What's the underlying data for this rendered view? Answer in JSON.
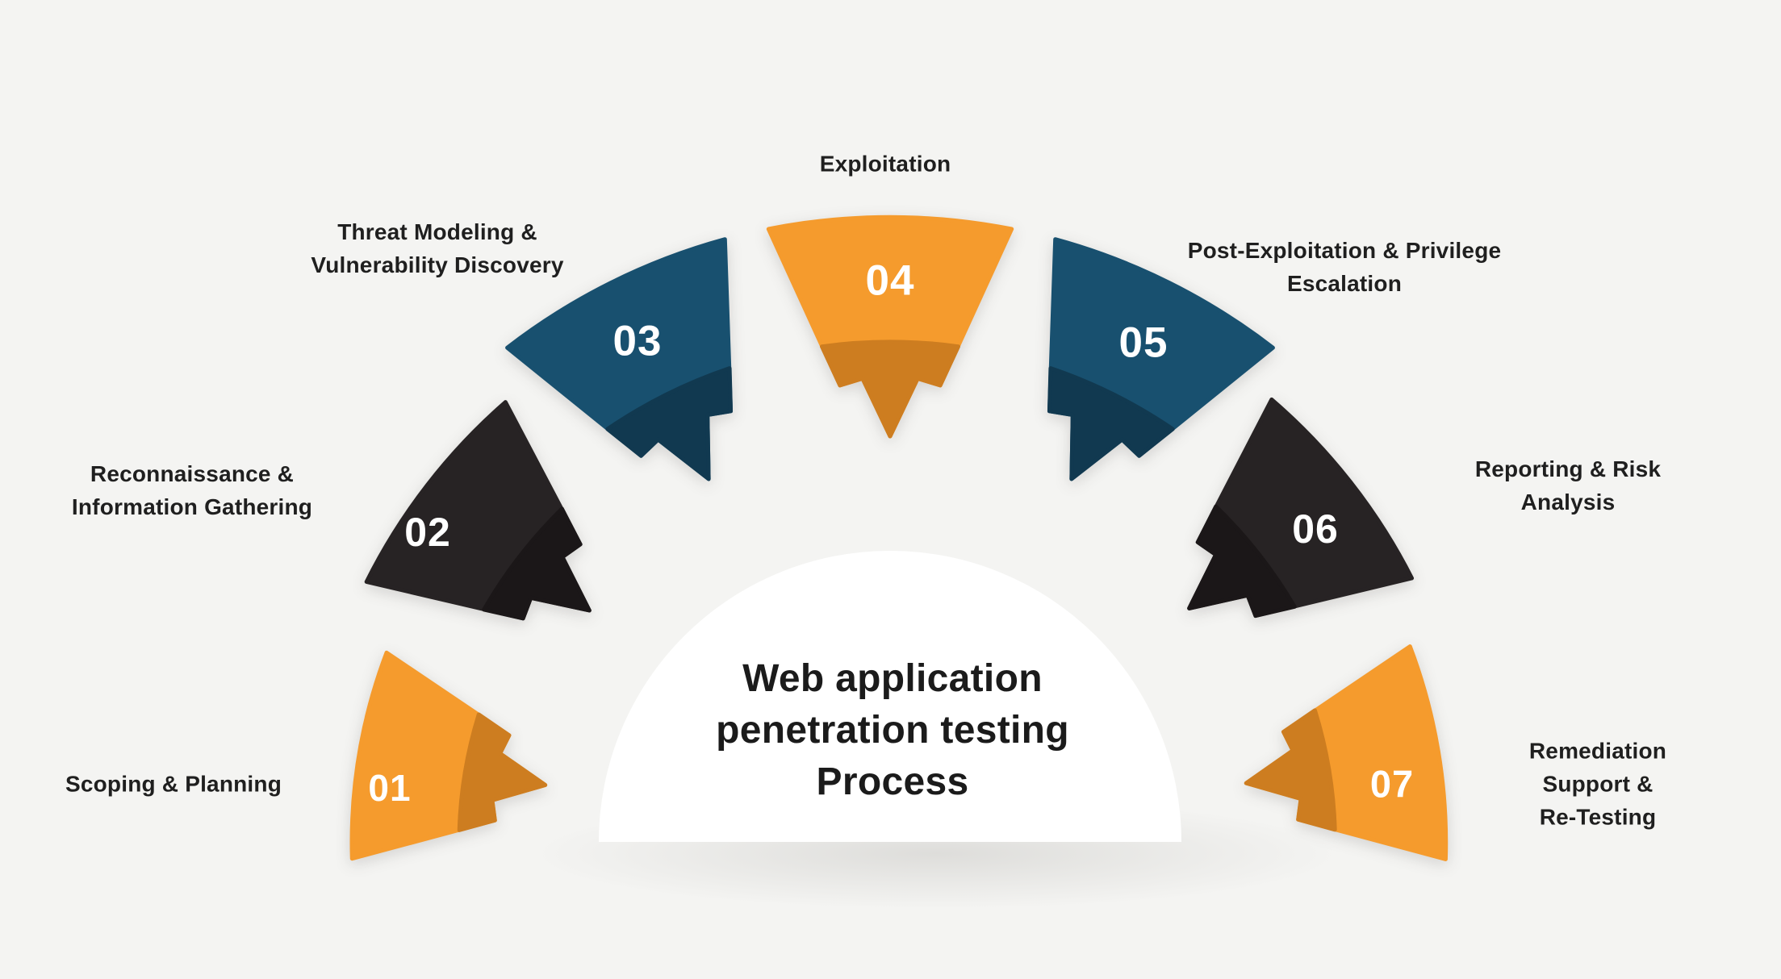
{
  "title": {
    "lines": [
      "Web application",
      "penetration testing",
      "Process"
    ]
  },
  "steps": [
    {
      "number": "01",
      "label_lines": [
        "Scoping & Planning"
      ],
      "color_main": "#F59B2D",
      "color_shade": "#CD7D20"
    },
    {
      "number": "02",
      "label_lines": [
        "Reconnaissance &",
        "Information Gathering"
      ],
      "color_main": "#272324",
      "color_shade": "#1B1718"
    },
    {
      "number": "03",
      "label_lines": [
        "Threat Modeling &",
        "Vulnerability Discovery"
      ],
      "color_main": "#18506F",
      "color_shade": "#113950"
    },
    {
      "number": "04",
      "label_lines": [
        "Exploitation"
      ],
      "color_main": "#F59B2D",
      "color_shade": "#CD7D20"
    },
    {
      "number": "05",
      "label_lines": [
        "Post-Exploitation & Privilege",
        "Escalation"
      ],
      "color_main": "#18506F",
      "color_shade": "#113950"
    },
    {
      "number": "06",
      "label_lines": [
        "Reporting & Risk Analysis"
      ],
      "color_main": "#272324",
      "color_shade": "#1B1718"
    },
    {
      "number": "07",
      "label_lines": [
        "Remediation Support &",
        "Re-Testing"
      ],
      "color_main": "#F59B2D",
      "color_shade": "#CD7D20"
    }
  ],
  "colors": {
    "background": "#F4F4F2",
    "dome": "#FFFFFF",
    "title_text": "#1B1B1B",
    "label_text": "#1F1F1F",
    "number_text": "#FFFFFF"
  }
}
